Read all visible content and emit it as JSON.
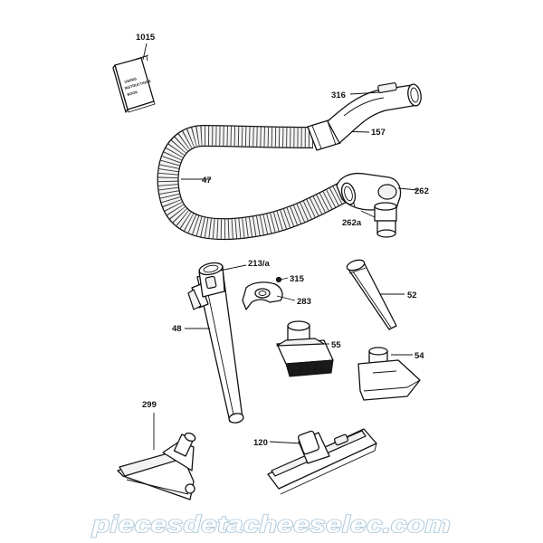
{
  "diagram": {
    "labels": {
      "p1015": "1015",
      "p316": "316",
      "p157": "157",
      "p47": "47",
      "p262": "262",
      "p262a": "262a",
      "p213a": "213/a",
      "p315": "315",
      "p283": "283",
      "p52": "52",
      "p48": "48",
      "p55": "55",
      "p54": "54",
      "p299": "299",
      "p120": "120"
    },
    "booklet_text": [
      "USERS",
      "INSTRUCTIONS",
      "BOOK"
    ]
  },
  "watermark": {
    "text": "piecesdetacheeselec.com",
    "color": "#a9c5d8"
  }
}
